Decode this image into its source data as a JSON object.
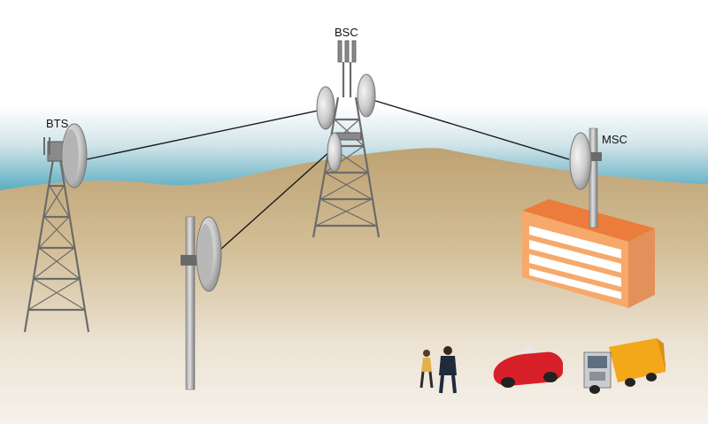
{
  "labels": {
    "bts": "BTS",
    "bsc": "BSC",
    "msc": "MSC"
  },
  "icons": {
    "bts_tower": "lattice-tower-icon",
    "bsc_tower": "lattice-tower-icon",
    "relay_pole": "monopole-icon",
    "msc_building": "office-building-icon",
    "people": "pedestrians-icon",
    "car": "sports-car-icon",
    "truck": "delivery-truck-icon"
  },
  "colors": {
    "sky_top": "#ffffff",
    "sea": "#4fa8bf",
    "land": "#c3a87a",
    "ground_light": "#f1ece4",
    "tower": "#707070",
    "building_front": "#f6a96a",
    "building_roof": "#ec7c3c",
    "building_side": "#e8975a",
    "car": "#d8202a",
    "truck_box": "#f2a818"
  }
}
